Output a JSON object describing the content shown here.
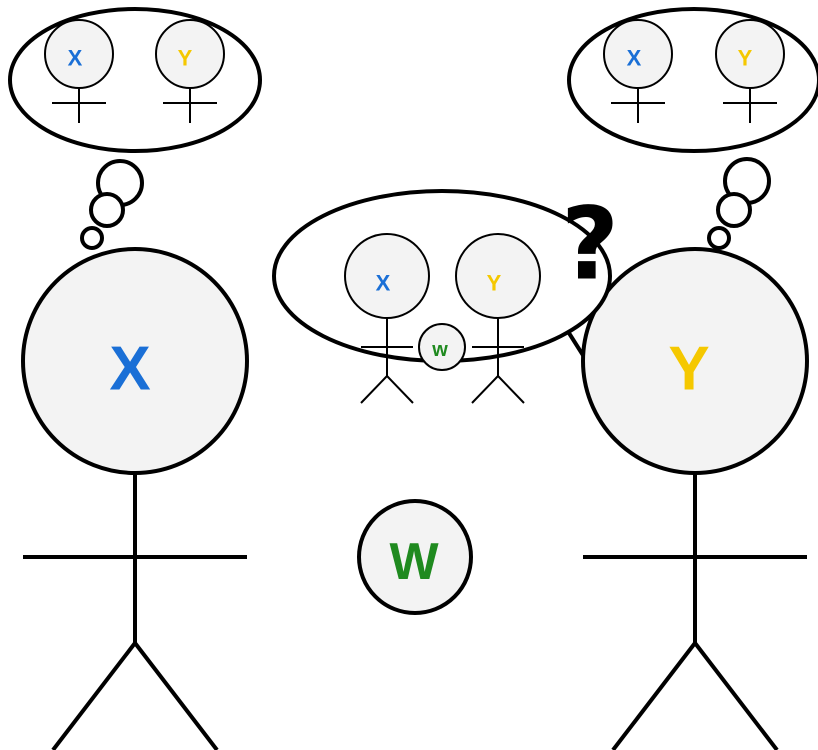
{
  "labels": {
    "x": "X",
    "y": "Y",
    "w": "W",
    "w_small": "w",
    "question": "?"
  },
  "colors": {
    "x": "#1a6fd6",
    "y": "#f5c800",
    "w": "#1f8a1f",
    "stroke": "#000000",
    "head_fill": "#f3f3f3",
    "background": "#ffffff"
  }
}
